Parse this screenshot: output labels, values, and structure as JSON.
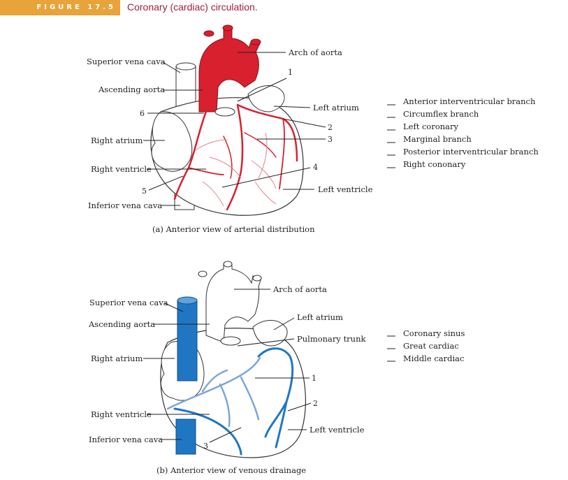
{
  "header": {
    "figure_tag": "FIGURE 17.5",
    "title": "Coronary (cardiac) circulation."
  },
  "panel_a": {
    "labels": {
      "svc": "Superior vena cava",
      "arch": "Arch of aorta",
      "n1": "1",
      "asc": "Ascending aorta",
      "n6": "6",
      "la": "Left atrium",
      "n2": "2",
      "ra": "Right atrium",
      "n3": "3",
      "n4": "4",
      "rv": "Right ventricle",
      "n5": "5",
      "lv": "Left ventricle",
      "ivc": "Inferior vena cava"
    },
    "caption": "(a) Anterior view of arterial distribution",
    "answer_list": [
      "Anterior interventricular branch",
      "Circumflex branch",
      "Left coronary",
      "Marginal branch",
      "Posterior interventricular branch",
      "Right cononary"
    ]
  },
  "panel_b": {
    "labels": {
      "arch": "Arch of aorta",
      "svc": "Superior vena cava",
      "la": "Left atrium",
      "asc": "Ascending aorta",
      "pt": "Pulmonary trunk",
      "ra": "Right atrium",
      "n1": "1",
      "n2": "2",
      "rv": "Right ventricle",
      "lv": "Left ventricle",
      "ivc": "Inferior vena cava",
      "n3": "3"
    },
    "caption": "(b) Anterior view of venous drainage",
    "answer_list": [
      "Coronary sinus",
      "Great cardiac",
      "Middle cardiac"
    ]
  },
  "colors": {
    "tag_bg": "#e8a33a",
    "title": "#a3203a",
    "artery": "#d8202e",
    "artery_light": "#e8808a",
    "vein": "#1f77c4",
    "vein_light": "#7aa6d8"
  }
}
